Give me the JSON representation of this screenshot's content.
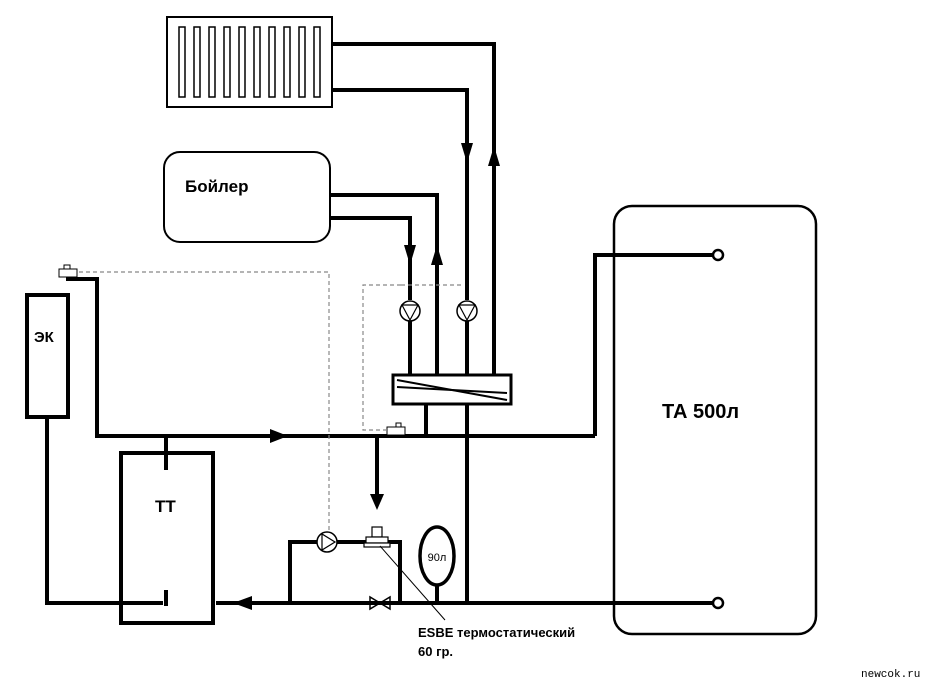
{
  "components": {
    "radiator": {
      "icon": "radiator-icon"
    },
    "boiler": {
      "label": "Бойлер"
    },
    "ek": {
      "label": "ЭК"
    },
    "tt": {
      "label": "ТТ"
    },
    "ta": {
      "label": "ТА 500л"
    },
    "expansion_tank": {
      "label": "90л"
    }
  },
  "annotations": {
    "esbe_line1": "ESBE термостатический",
    "esbe_line2": "60 гр."
  },
  "watermark": "newcok.ru"
}
